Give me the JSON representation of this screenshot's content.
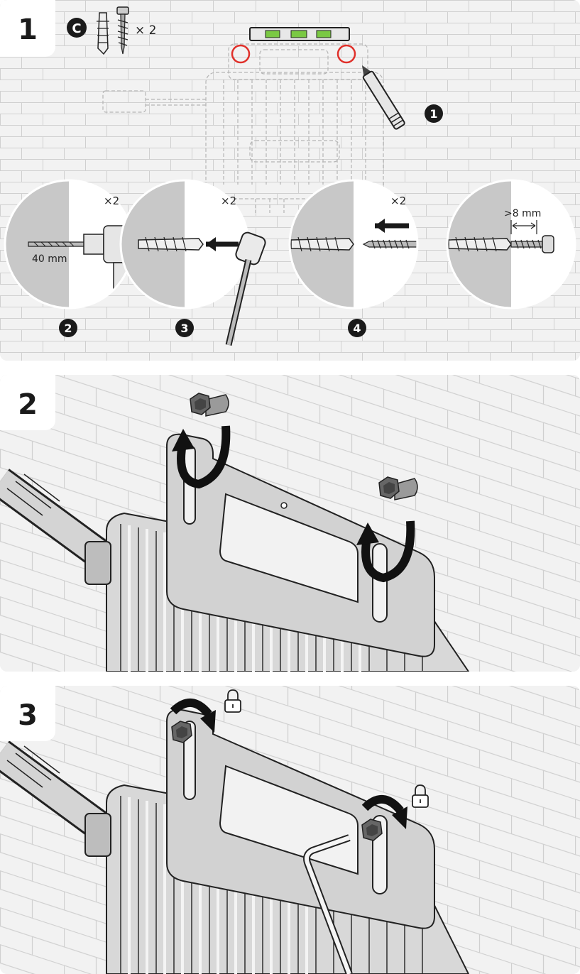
{
  "steps": [
    {
      "number": "1"
    },
    {
      "number": "2"
    },
    {
      "number": "3"
    }
  ],
  "step1": {
    "part_label": "C",
    "part_quantity": "× 2",
    "substep_marks": [
      "1",
      "2",
      "3",
      "4"
    ],
    "circle_multipliers": [
      "×2",
      "×2",
      "×2"
    ],
    "drill_depth": "40 mm",
    "gap_min": ">8 mm"
  },
  "colors": {
    "panel_bg": "#f2f2f2",
    "brick_line": "#d0d0d0",
    "highlight_circle": "#e0302a",
    "level_green": "#7ac943",
    "wall_grey": "#c8c8c8",
    "badge_dark": "#1a1a1a"
  },
  "icons": [
    "wall-plug-icon",
    "screw-icon",
    "marker-pen-icon",
    "spirit-level-icon",
    "drill-icon",
    "hammer-icon",
    "hex-bolt-icon",
    "rotate-arrow-icon",
    "padlock-icon",
    "allen-key-icon"
  ]
}
